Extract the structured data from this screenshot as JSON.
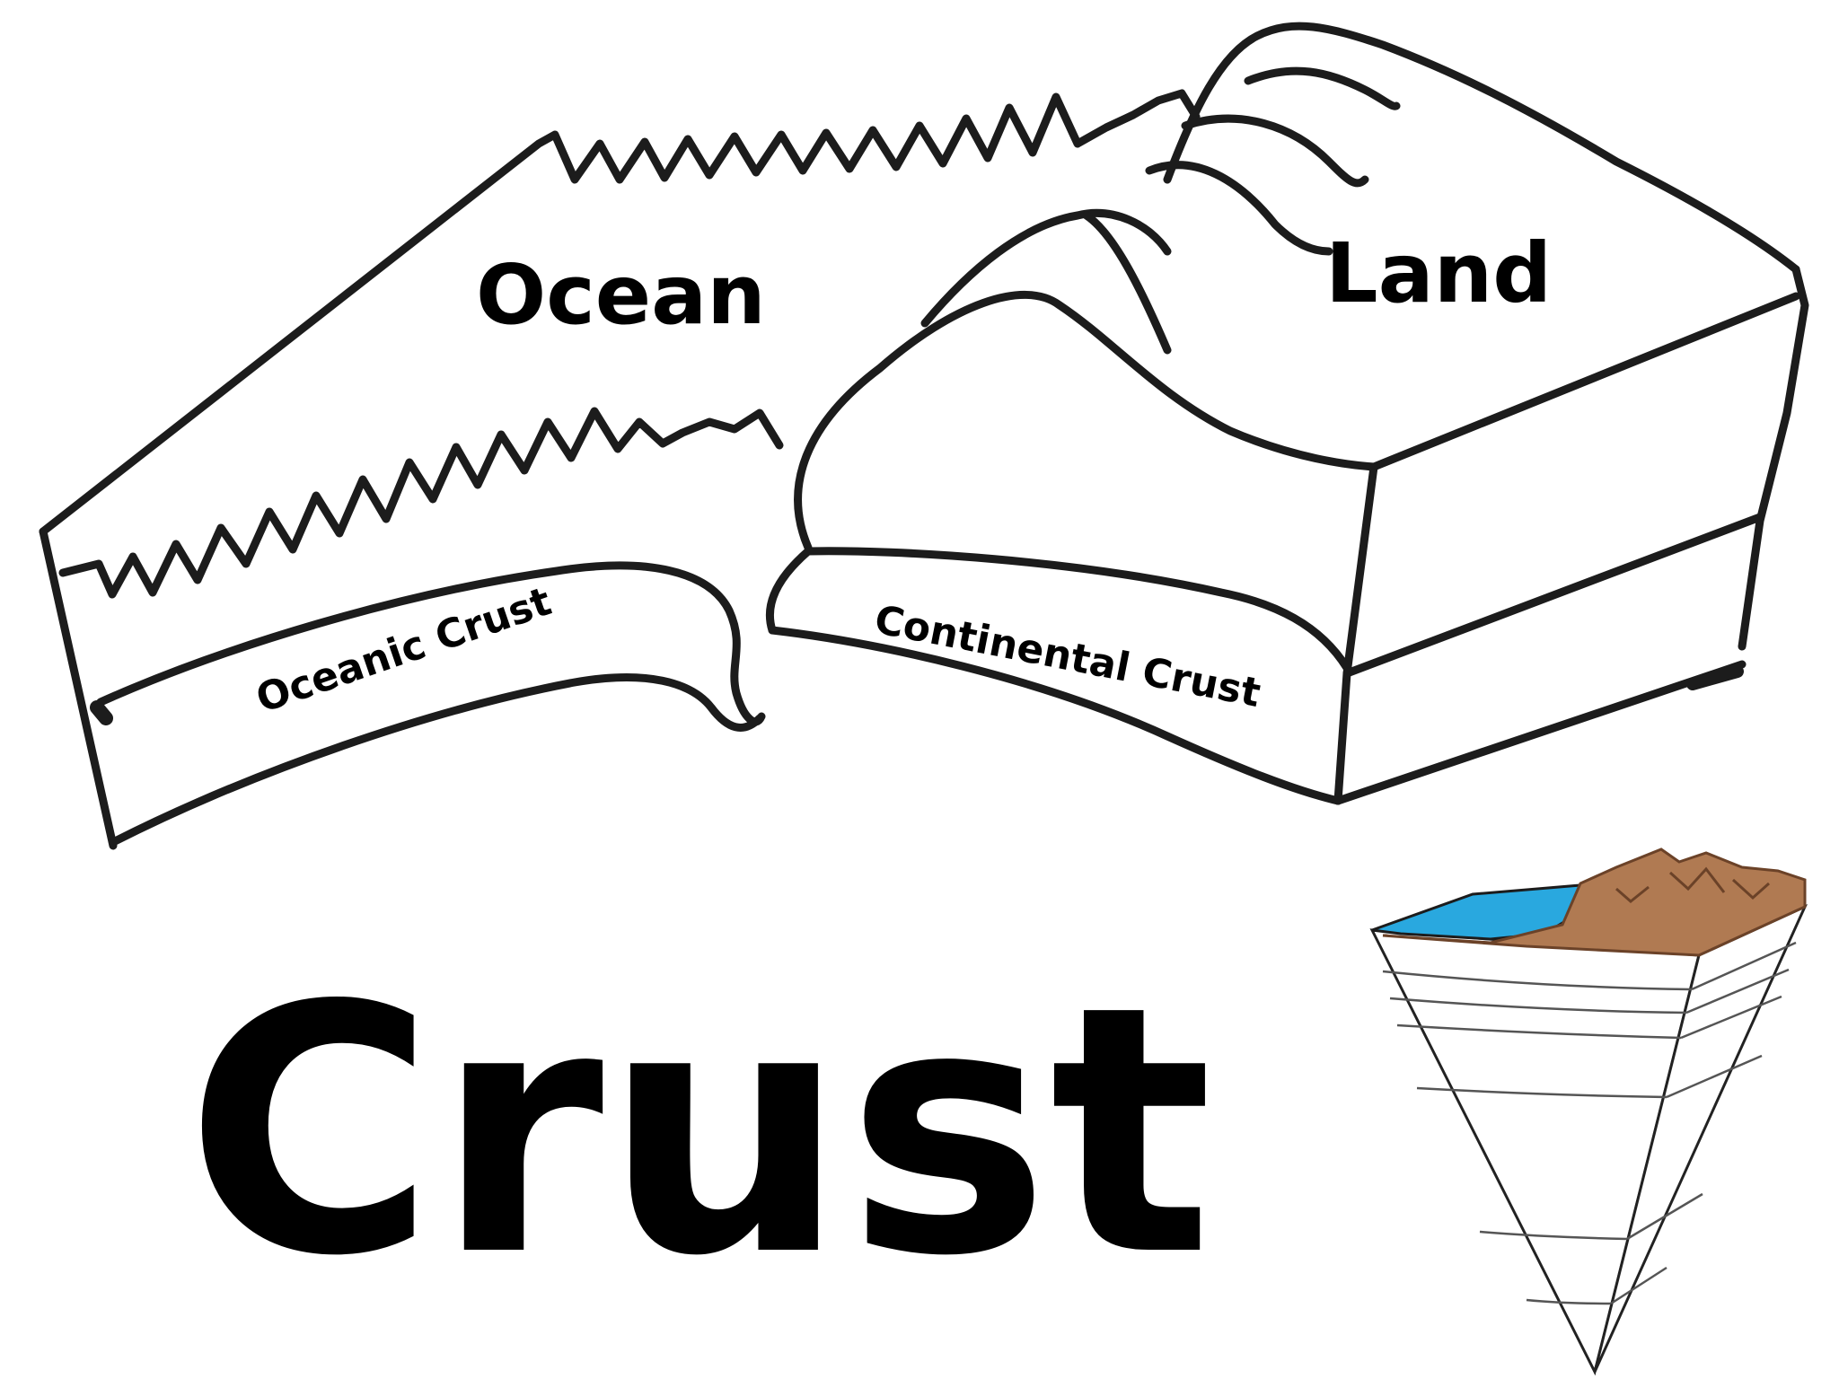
{
  "labels": {
    "ocean": "Ocean",
    "land": "Land",
    "oceanic_crust": "Oceanic Crust",
    "continental_crust": "Continental Crust"
  },
  "title": "Crust",
  "colors": {
    "ink": "#1c1c1c",
    "water": "#29a8df",
    "soil": "#b07a52",
    "soil_dark": "#6b4228"
  }
}
